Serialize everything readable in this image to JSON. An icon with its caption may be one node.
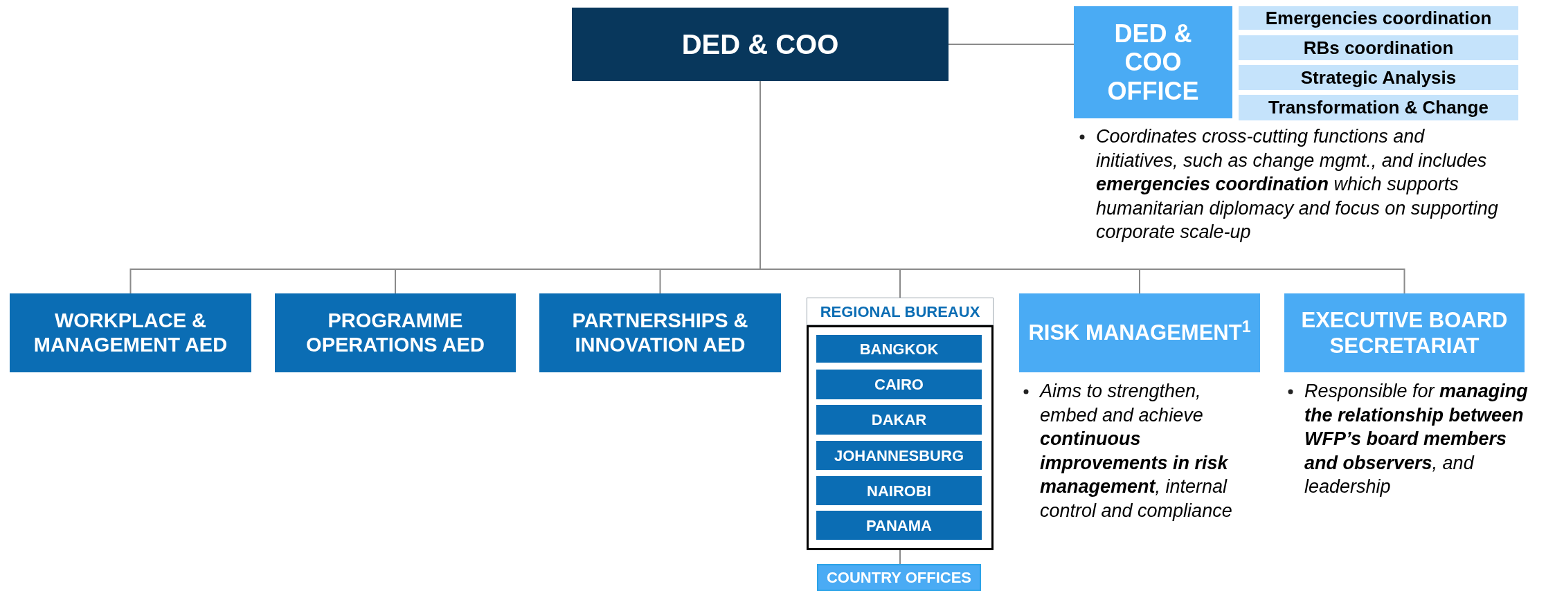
{
  "diagram": {
    "nodes": [
      {
        "text": [
          "DED & COO"
        ]
      },
      {
        "text": [
          "DED & COO OFFICE"
        ],
        "beside": [
          "Coordinates cross-cutting functions and initiatives, such as change mgmt., and includes **emergencies coordination** which supports humanitarian diplomacy and focus on supporting corporate scale-up"
        ]
      },
      {
        "text": [
          "Emergencies coordination"
        ]
      },
      {
        "text": [
          "RBs coordination"
        ]
      },
      {
        "text": [
          "Strategic Analysis"
        ]
      },
      {
        "text": [
          "Transformation & Change"
        ]
      },
      {
        "text": [
          "WORKPLACE & MANAGEMENT AED"
        ]
      },
      {
        "text": [
          "PROGRAMME OPERATIONS AED"
        ]
      },
      {
        "text": [
          "PARTNERSHIPS & INNOVATION AED"
        ]
      },
      {
        "text": [
          "REGIONAL BUREAUX"
        ]
      },
      {
        "text": [
          "BANGKOK"
        ],
        "in": 9
      },
      {
        "text": [
          "CAIRO"
        ],
        "in": 9
      },
      {
        "text": [
          "DAKAR"
        ],
        "in": 9
      },
      {
        "text": [
          "JOHANNESBURG"
        ],
        "in": 9
      },
      {
        "text": [
          "NAIROBI"
        ],
        "in": 9
      },
      {
        "text": [
          "PANAMA"
        ],
        "in": 9
      },
      {
        "text": [
          "RISK MANAGEMENT$^{1}$"
        ],
        "beside": [
          "Aims to strengthen, embed and achieve **continuous improvements in risk management**, internal control and compliance"
        ]
      },
      {
        "text": [
          "EXECUTIVE BOARD SECRETARIAT"
        ],
        "beside": [
          "Responsible for **managing the relationship between WFP’s board members and observers**, and leadership"
        ]
      },
      {
        "text": [
          "COUNTRY OFFICES"
        ]
      }
    ],
    "edges": [
      {
        "from": 0,
        "to": 1,
        "arrow": "none"
      },
      {
        "from": 0,
        "to": 6,
        "arrow": "none"
      },
      {
        "from": 0,
        "to": 7,
        "arrow": "none"
      },
      {
        "from": 0,
        "to": 8,
        "arrow": "none"
      },
      {
        "from": 0,
        "to": 9,
        "arrow": "none"
      },
      {
        "from": 0,
        "to": 16,
        "arrow": "none"
      },
      {
        "from": 0,
        "to": 17,
        "arrow": "none"
      },
      {
        "from": 9,
        "to": 18,
        "arrow": "none"
      }
    ]
  }
}
